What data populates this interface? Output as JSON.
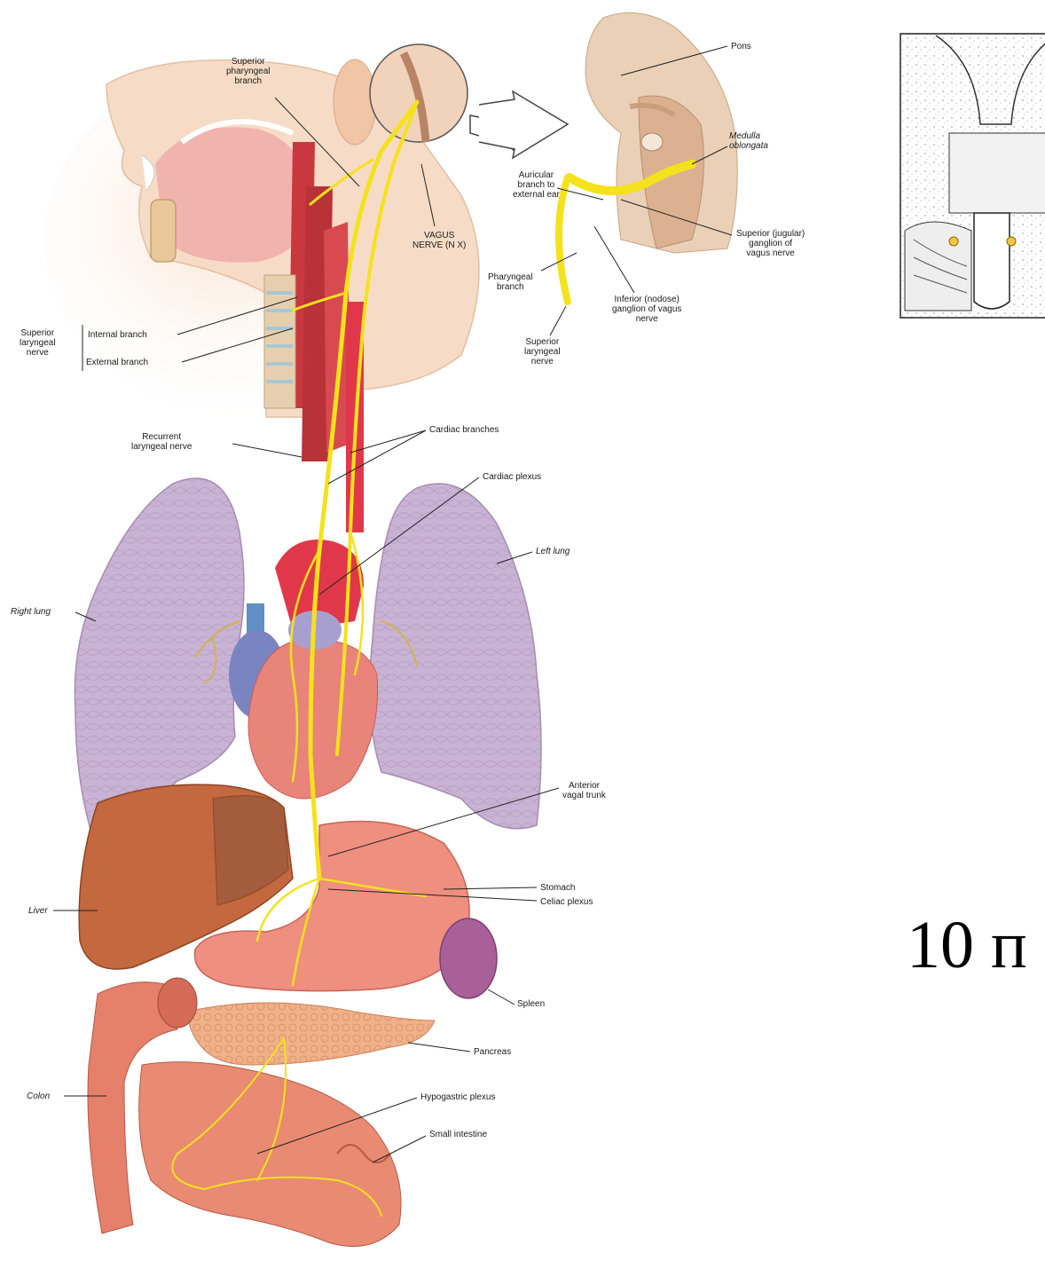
{
  "labels": {
    "superior_pharyngeal_branch": "Superior\npharyngeal\nbranch",
    "vagus_nerve": "VAGUS\nNERVE (N X)",
    "pons": "Pons",
    "medulla_oblongata": "Medulla\noblongata",
    "auricular_branch": "Auricular\nbranch to\nexternal ear",
    "superior_jugular_ganglion": "Superior (jugular)\nganglion of\nvagus nerve",
    "pharyngeal_branch": "Pharyngeal\nbranch",
    "inferior_nodose_ganglion": "Inferior (nodose)\nganglion of vagus\nnerve",
    "superior_laryngeal_nerve_inset": "Superior\nlaryngeal\nnerve",
    "superior_laryngeal_nerve": "Superior\nlaryngeal\nnerve",
    "internal_branch": "Internal branch",
    "external_branch": "External branch",
    "recurrent_laryngeal_nerve": "Recurrent\nlaryngeal nerve",
    "cardiac_branches": "Cardiac branches",
    "cardiac_plexus": "Cardiac plexus",
    "left_lung": "Left lung",
    "right_lung": "Right lung",
    "anterior_vagal_trunk": "Anterior\nvagal trunk",
    "stomach": "Stomach",
    "celiac_plexus": "Celiac plexus",
    "liver": "Liver",
    "spleen": "Spleen",
    "pancreas": "Pancreas",
    "colon": "Colon",
    "hypogastric_plexus": "Hypogastric plexus",
    "small_intestine": "Small intestine"
  },
  "caption": "10 п",
  "colors": {
    "nerve": "#f4e21c",
    "lung": "#c9b3d4",
    "artery": "#e0384a",
    "vein": "#5f8fc4",
    "heart": "#e8847a",
    "liver": "#c4683f",
    "stomach": "#ef8f80",
    "spleen": "#a9609a",
    "pancreas": "#f0b088",
    "intestine": "#e5806a",
    "skin": "#f6dcc6"
  }
}
